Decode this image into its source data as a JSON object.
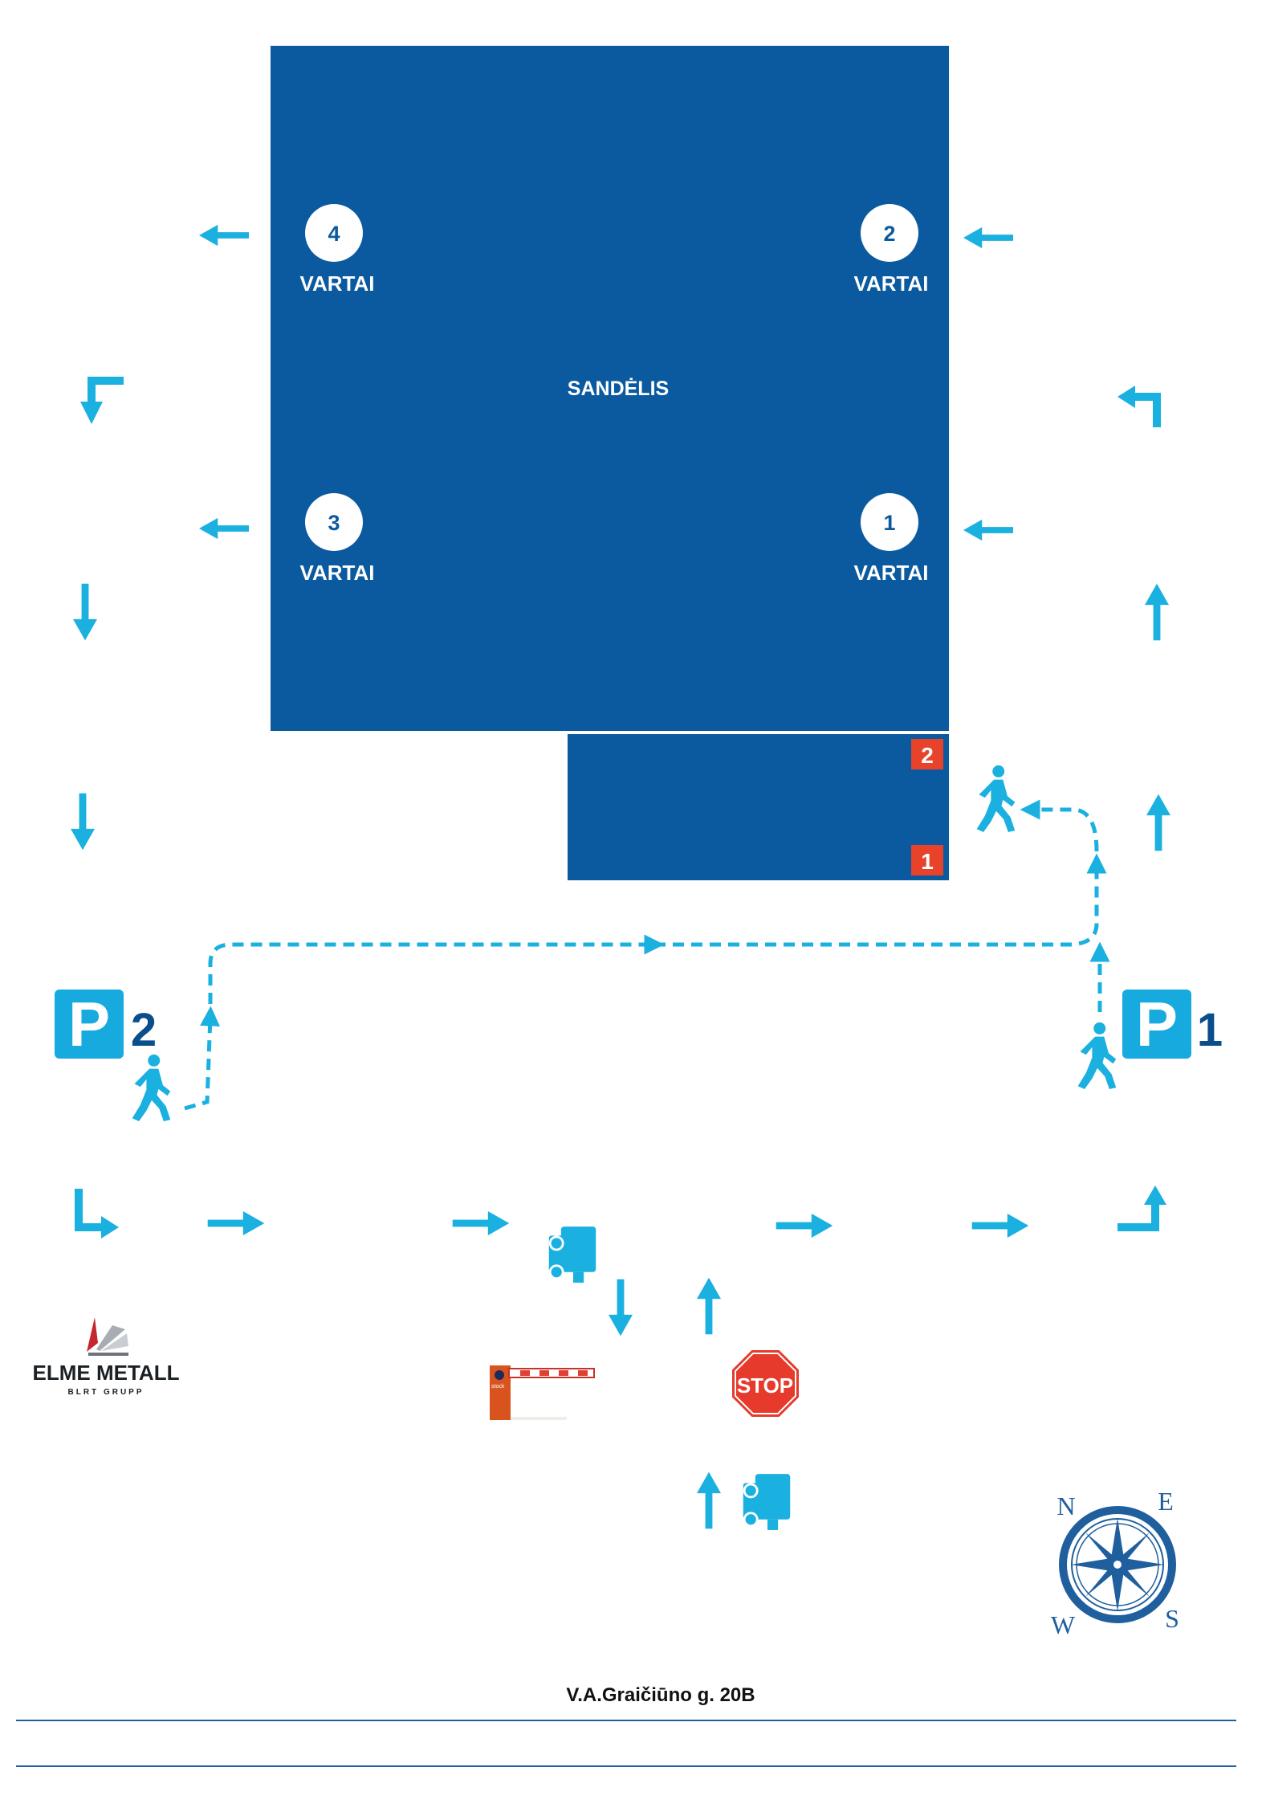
{
  "warehouse": {
    "label": "SANDĖLIS"
  },
  "gates": [
    {
      "number": "4",
      "label": "VARTAI"
    },
    {
      "number": "2",
      "label": "VARTAI"
    },
    {
      "number": "3",
      "label": "VARTAI"
    },
    {
      "number": "1",
      "label": "VARTAI"
    }
  ],
  "annex_markers": [
    "2",
    "1"
  ],
  "parking": [
    {
      "symbol": "P",
      "number": "2"
    },
    {
      "symbol": "P",
      "number": "1"
    }
  ],
  "stop_sign": {
    "text": "STOP"
  },
  "barrier": {
    "text": "stock"
  },
  "logo": {
    "name": "ELME METALL",
    "tagline": "BLRT GRUPP"
  },
  "compass": {
    "n": "N",
    "e": "E",
    "s": "S",
    "w": "W"
  },
  "address": "V.A.Graičiūno g. 20B",
  "colors": {
    "building": "#0b5aa0",
    "route": "#1ab0e0",
    "marker": "#e8432a",
    "stop": "#e53a2c",
    "parking": "#17aadf",
    "parking_number": "#0b4e8c",
    "compass": "#1f5f9e",
    "footer_line": "#1f5f9e"
  }
}
